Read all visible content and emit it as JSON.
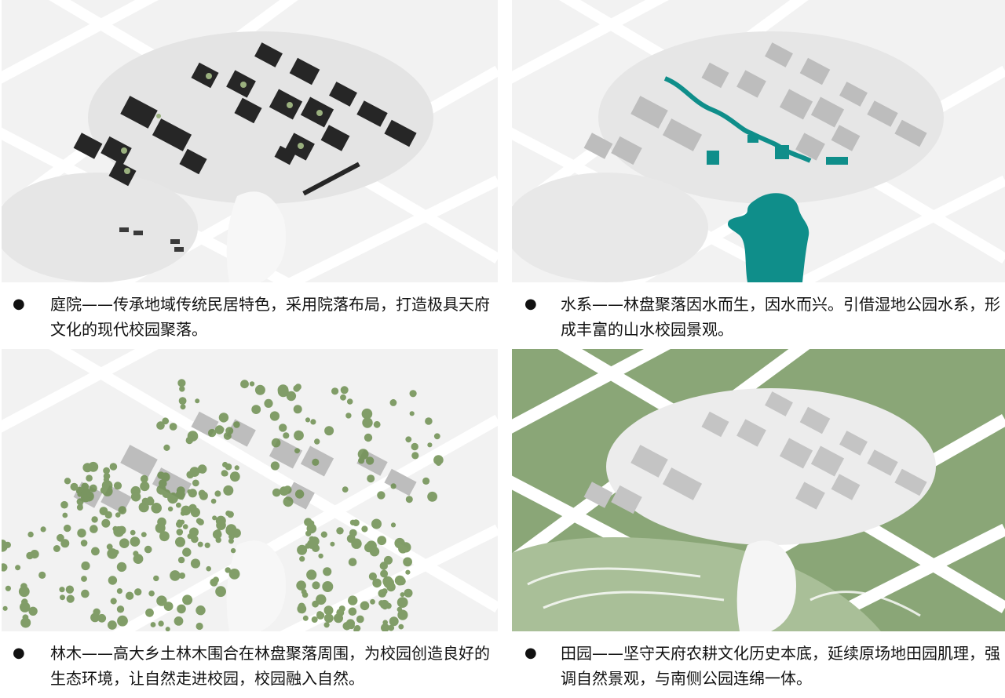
{
  "panels": [
    {
      "id": "courtyard",
      "accent": "#2b2b2b",
      "caption": "庭院——传承地域传统民居特色，采用院落布局，打造极具天府文化的现代校园聚落。"
    },
    {
      "id": "water",
      "accent": "#0f8e8a",
      "caption": "水系——林盘聚落因水而生，因水而兴。引借湿地公园水系，形成丰富的山水校园景观。"
    },
    {
      "id": "forest",
      "accent": "#6e8f50",
      "caption": "林木——高大乡土林木围合在林盘聚落周围，为校园创造良好的生态环境，让自然走进校园，校园融入自然。"
    },
    {
      "id": "farmland",
      "accent": "#8aa677",
      "caption": "田园——坚守天府农耕文化历史本底，延续原场地田园肌理，强调自然景观，与南侧公园连绵一体。"
    }
  ],
  "bullet": "●"
}
